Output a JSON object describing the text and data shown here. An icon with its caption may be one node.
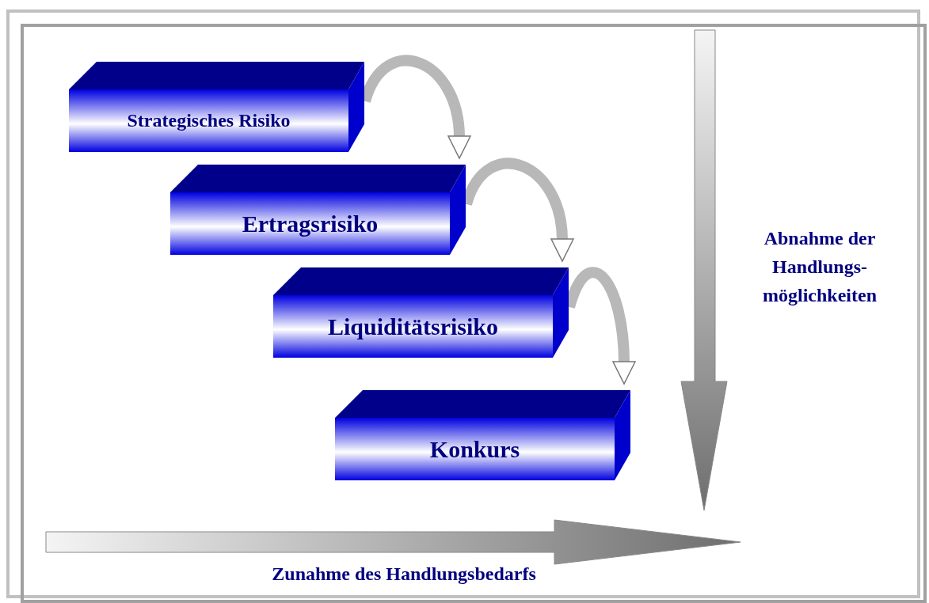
{
  "diagram": {
    "nodes": [
      {
        "text": [
          "Strategisches Risiko"
        ]
      },
      {
        "text": [
          "Ertragsrisiko"
        ]
      },
      {
        "text": [
          "Liquiditätsrisiko"
        ]
      },
      {
        "text": [
          "Konkurs"
        ]
      }
    ],
    "edges": [
      {
        "from": 0,
        "to": 1,
        "arrow": "to"
      },
      {
        "from": 1,
        "to": 2,
        "arrow": "to"
      },
      {
        "from": 2,
        "to": 3,
        "arrow": "to"
      }
    ],
    "labels": [
      "Abnahme der Handlungs- möglichkeiten",
      "Zunahme des Handlungsbedarfs"
    ]
  }
}
